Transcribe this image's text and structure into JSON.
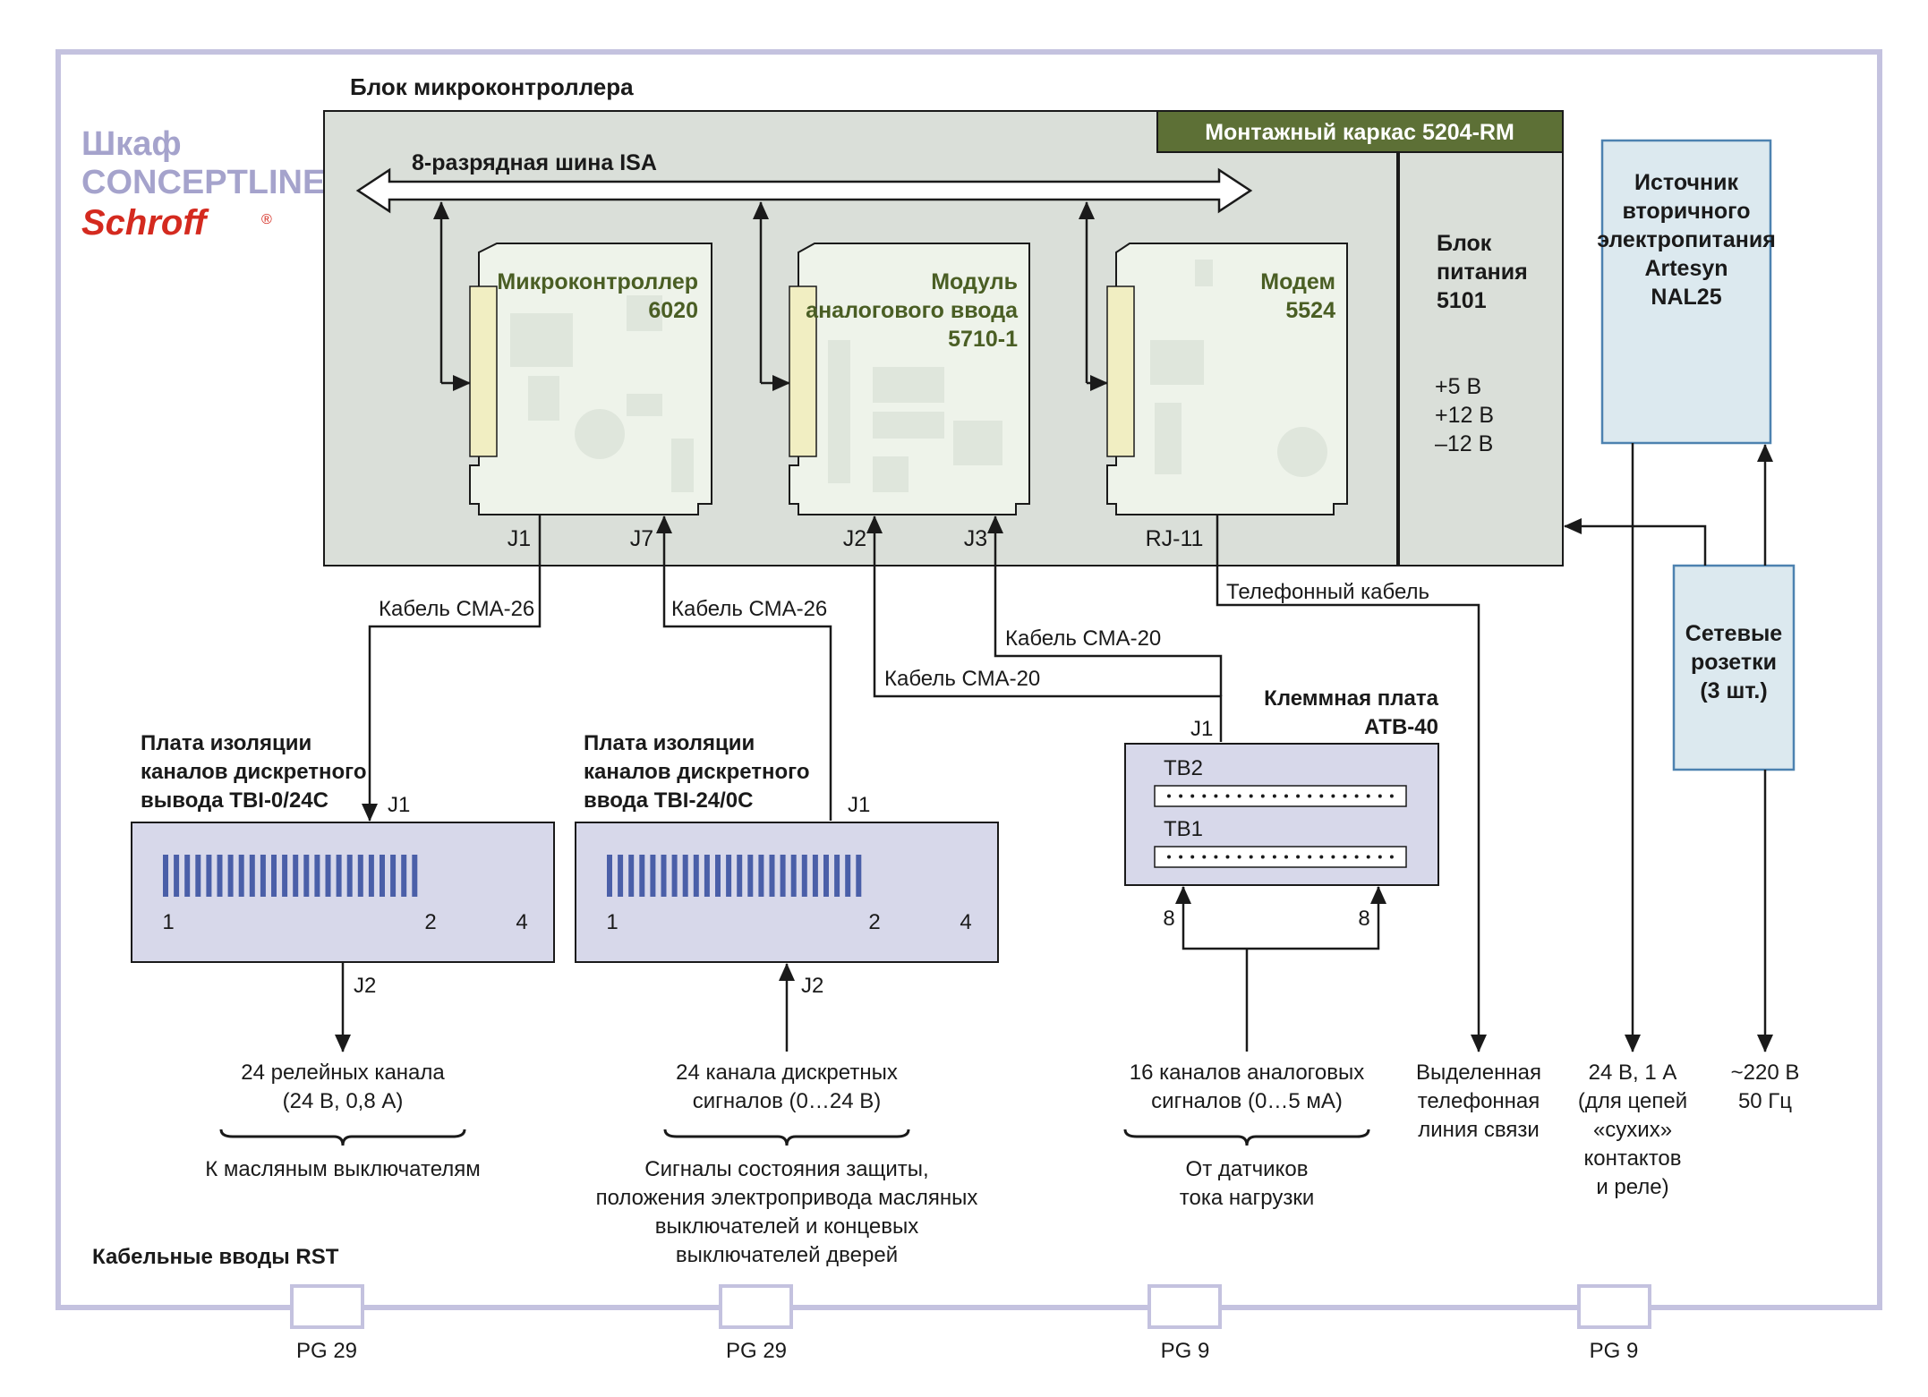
{
  "cabinet": {
    "title1": "Шкаф",
    "title2": "CONCEPTLINE",
    "brand": "Schroff",
    "brand_mark": "®"
  },
  "mc_block": {
    "title": "Блок микроконтроллера",
    "rack_label": "Монтажный каркас 5204-RM",
    "bus_label": "8-разрядная шина ISA"
  },
  "boards": {
    "mcu": {
      "line1": "Микроконтроллер",
      "line2": "6020",
      "conn_left": "J1",
      "conn_right": "J7"
    },
    "adc": {
      "line1": "Модуль",
      "line2": "аналогового ввода",
      "line3": "5710-1",
      "conn_left": "J2",
      "conn_right": "J3"
    },
    "modem": {
      "line1": "Модем",
      "line2": "5524",
      "conn": "RJ-11"
    }
  },
  "psu_block": {
    "line1": "Блок",
    "line2": "питания",
    "line3": "5101",
    "v1": "+5 В",
    "v2": "+12 В",
    "v3": "–12 В"
  },
  "secondary_psu": {
    "line1": "Источник",
    "line2": "вторичного",
    "line3": "электропитания",
    "line4": "Artesyn",
    "line5": "NAL25"
  },
  "sockets": {
    "line1": "Сетевые",
    "line2": "розетки",
    "line3": "(3 шт.)"
  },
  "cables": {
    "c1": "Кабель СМА-26",
    "c2": "Кабель СМА-26",
    "c3": "Кабель СМА-20",
    "c4": "Кабель СМА-20",
    "phone": "Телефонный кабель"
  },
  "tbi_out": {
    "line1": "Плата изоляции",
    "line2": "каналов дискретного",
    "line3": "вывода TBI-0/24C",
    "j1": "J1",
    "j2": "J2",
    "n1": "1",
    "n2": "2",
    "n4": "4"
  },
  "tbi_in": {
    "line1": "Плата изоляции",
    "line2": "каналов дискретного",
    "line3": "ввода TBI-24/0C",
    "j1": "J1",
    "j2": "J2",
    "n1": "1",
    "n2": "2",
    "n4": "4"
  },
  "atb": {
    "line1": "Клеммная плата",
    "line2": "АТВ-40",
    "j1": "J1",
    "tb2": "TB2",
    "tb1": "TB1",
    "left8": "8",
    "right8": "8"
  },
  "outputs": {
    "relay": {
      "line1": "24 релейных канала",
      "line2": "(24 В, 0,8 А)",
      "note": "К масляным выключателям"
    },
    "discrete": {
      "line1": "24 канала дискретных",
      "line2": "сигналов (0…24 В)",
      "note1": "Сигналы состояния защиты,",
      "note2": "положения электропривода масляных",
      "note3": "выключателей и концевых",
      "note4": "выключателей дверей"
    },
    "analog": {
      "line1": "16 каналов аналоговых",
      "line2": "сигналов (0…5 мА)",
      "note1": "От датчиков",
      "note2": "тока нагрузки"
    },
    "phone": {
      "line1": "Выделенная",
      "line2": "телефонная",
      "line3": "линия связи"
    },
    "dry": {
      "line1": "24 В, 1 А",
      "line2": "(для цепей",
      "line3": "«сухих»",
      "line4": "контактов",
      "line5": "и реле)"
    },
    "mains": {
      "line1": "~220 В",
      "line2": "50 Гц"
    }
  },
  "cable_entries": {
    "title": "Кабельные вводы RST",
    "pg1": "PG 29",
    "pg2": "PG 29",
    "pg3": "PG 9",
    "pg4": "PG 9"
  },
  "colors": {
    "cabinet_border": "#c4c2df",
    "cabinet_title": "#a5a3cc",
    "brand_red": "#d42a1f",
    "block_bg": "#dadfd9",
    "rack_bar": "#5d7036",
    "board_bg": "#eef3ea",
    "board_text": "#4a5e24",
    "board_connector": "#f1eec2",
    "blue_box": "#dce9ef",
    "blue_border": "#4d82b0",
    "lavender_box": "#d7d8ea",
    "channel_bar": "#4a5fa8"
  },
  "icons": [
    "bidirectional-bus-arrow",
    "connector-arrow"
  ]
}
